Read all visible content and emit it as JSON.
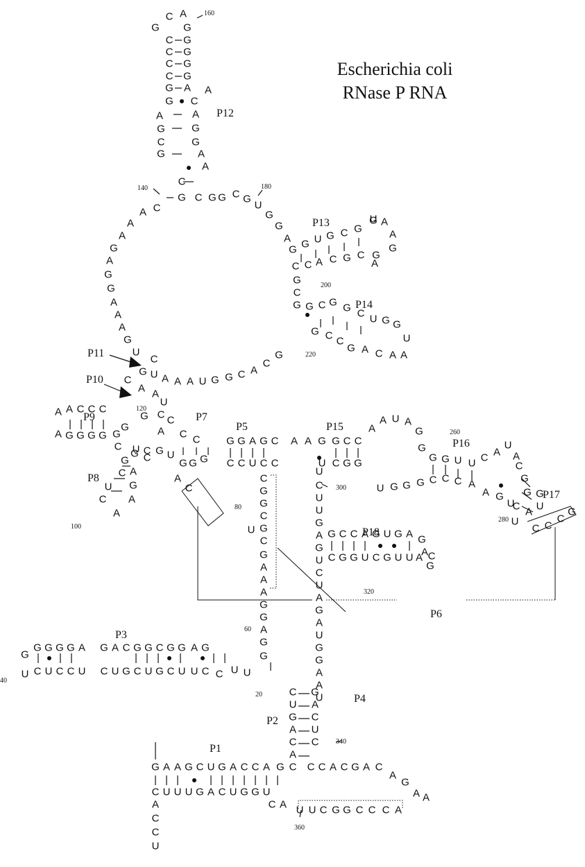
{
  "title": {
    "line1": "Escherichia coli",
    "line2": "RNase P RNA"
  },
  "helices": {
    "P1": "P1",
    "P2": "P2",
    "P3": "P3",
    "P4": "P4",
    "P5": "P5",
    "P6": "P6",
    "P7": "P7",
    "P8": "P8",
    "P9": "P9",
    "P10": "P10",
    "P11": "P11",
    "P12": "P12",
    "P13": "P13",
    "P14": "P14",
    "P15": "P15",
    "P16": "P16",
    "P17": "P17",
    "P18": "P18"
  },
  "numbers": [
    "160",
    "140",
    "180",
    "200",
    "220",
    "120",
    "260",
    "300",
    "80",
    "100",
    "280",
    "320",
    "60",
    "40",
    "20",
    "340",
    "360"
  ],
  "segments": {
    "p12_loop": "GCA",
    "p12_left": "CCCCGGAGCG",
    "p12_right": "GGGGGACAGGA",
    "p12_bulge_a": "AA",
    "j11_12": "CGCAAAGAGGAAAGUCCGGCGUGGA",
    "p13_top": "GGUGCGG",
    "p13_loop": "UAAG",
    "p13_bottom": "CCACGCGA",
    "j13_14": "GCG",
    "p14_top": "GCGGCUGG",
    "p14_loop": "U",
    "p14_bottom": "GCCGACAA",
    "j_p11": "GUAAAUGGCACG",
    "p10_9": "CAAUC",
    "p9_top": "AACCC",
    "p9_bottom": "AGGGGG",
    "p8": "GGCUCGCAUGCAA",
    "p7_left": "GCACCC",
    "p7_right": "GUGGGAC",
    "p5_top": "GGAGC",
    "p5_bottom": "CCUCC",
    "j5_15": "AA",
    "p15_top": "GGCC",
    "p15_bottom": "UCGG",
    "l15_16": "AAUAG",
    "p16_top": "GGGUUCAUA",
    "p16_bottom": "UGGGCCCAAGU",
    "p17": "CGGUAUCG",
    "p17_loop": "CCCG",
    "j16_18": "A",
    "p18_top": "GCCAGUGAG",
    "p18_bottom": "CGGUCGUUA",
    "p18_loop": "CG",
    "p5_stem": "CGGCGCUGAAAGGAGG",
    "p4_right": "UCUUGAGUCUAGAUGGAAU",
    "p3_top": "GGGGGAGACGGCGGAG",
    "p3_bottom": "UCUCCUCUGCUGCUUC",
    "p3_loop": "CUU",
    "p2_left": "CUGACAC",
    "p2_right": "GACUC",
    "p1_top": "GAAGCUGACCAG",
    "p1_bottom": "CUUUGACUGGU",
    "j1_2": "CCACGACAGAA",
    "tail_5": "ACCU",
    "tail_3": "UUCGGCCCA",
    "tail_ca": "CA"
  }
}
